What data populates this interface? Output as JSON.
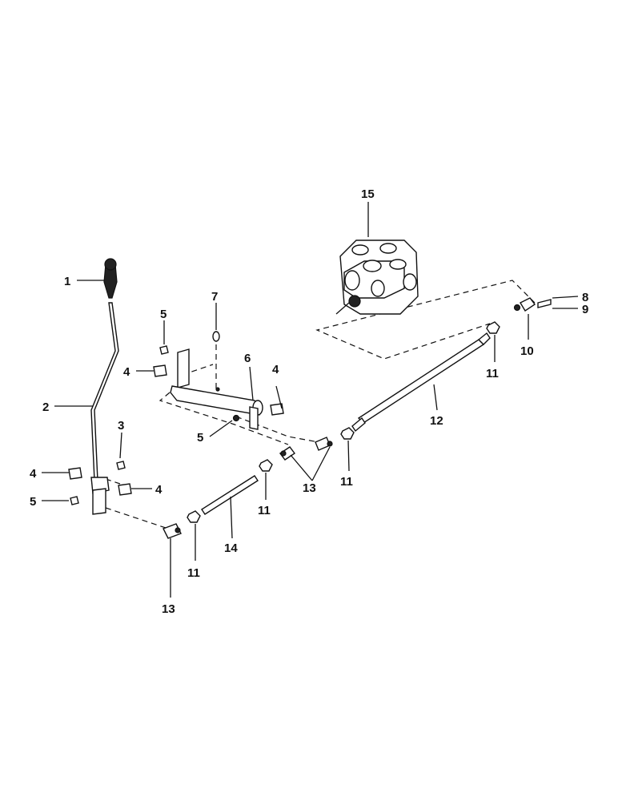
{
  "diagram": {
    "colors": {
      "ink": "#111111",
      "paper": "#ffffff"
    },
    "callouts": [
      {
        "id": "c1",
        "label": "1"
      },
      {
        "id": "c2",
        "label": "2"
      },
      {
        "id": "c3",
        "label": "3"
      },
      {
        "id": "c4a",
        "label": "4"
      },
      {
        "id": "c4b",
        "label": "4"
      },
      {
        "id": "c4c",
        "label": "4"
      },
      {
        "id": "c4d",
        "label": "4"
      },
      {
        "id": "c5a",
        "label": "5"
      },
      {
        "id": "c5b",
        "label": "5"
      },
      {
        "id": "c5c",
        "label": "5"
      },
      {
        "id": "c6",
        "label": "6"
      },
      {
        "id": "c7",
        "label": "7"
      },
      {
        "id": "c8",
        "label": "8"
      },
      {
        "id": "c9",
        "label": "9"
      },
      {
        "id": "c10",
        "label": "10"
      },
      {
        "id": "c11a",
        "label": "11"
      },
      {
        "id": "c11b",
        "label": "11"
      },
      {
        "id": "c11c",
        "label": "11"
      },
      {
        "id": "c11d",
        "label": "11"
      },
      {
        "id": "c12",
        "label": "12"
      },
      {
        "id": "c13a",
        "label": "13"
      },
      {
        "id": "c13b",
        "label": "13"
      },
      {
        "id": "c14",
        "label": "14"
      },
      {
        "id": "c15",
        "label": "15"
      }
    ]
  }
}
